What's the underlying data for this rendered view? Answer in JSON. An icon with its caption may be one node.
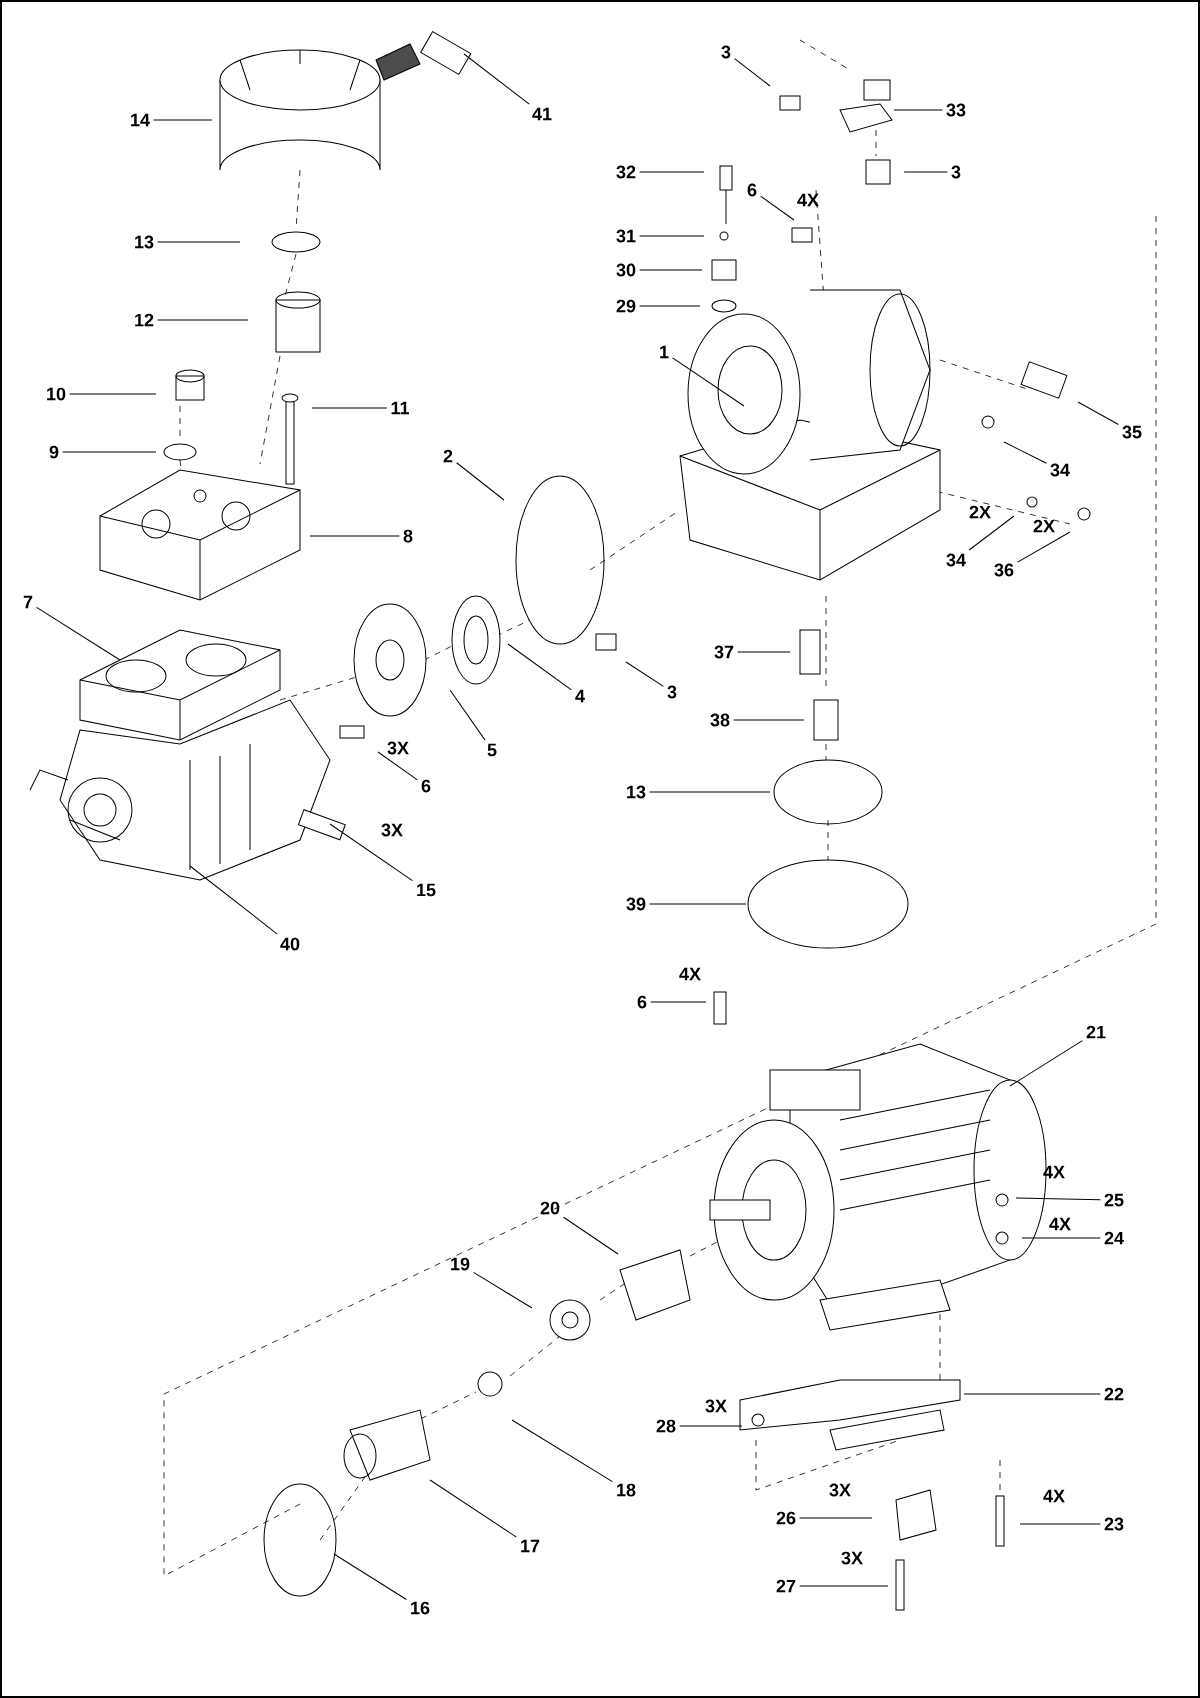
{
  "diagram": {
    "nodes": [
      {
        "text": [
          "14"
        ]
      },
      {
        "text": [
          "41"
        ]
      },
      {
        "text": [
          "13"
        ]
      },
      {
        "text": [
          "12"
        ]
      },
      {
        "text": [
          "10"
        ]
      },
      {
        "text": [
          "9"
        ]
      },
      {
        "text": [
          "11"
        ]
      },
      {
        "text": [
          "8"
        ]
      },
      {
        "text": [
          "2"
        ]
      },
      {
        "text": [
          "7"
        ]
      },
      {
        "text": [
          "4"
        ]
      },
      {
        "text": [
          "5"
        ]
      },
      {
        "text": [
          "6"
        ],
        "beside": [
          "3X"
        ]
      },
      {
        "text": [
          "15"
        ],
        "beside": [
          "3X"
        ]
      },
      {
        "text": [
          "40"
        ]
      },
      {
        "text": [
          "3"
        ]
      },
      {
        "text": [
          "33"
        ]
      },
      {
        "text": [
          "3"
        ]
      },
      {
        "text": [
          "32"
        ]
      },
      {
        "text": [
          "6"
        ],
        "beside": [
          "4X"
        ]
      },
      {
        "text": [
          "31"
        ]
      },
      {
        "text": [
          "30"
        ]
      },
      {
        "text": [
          "29"
        ]
      },
      {
        "text": [
          "1"
        ]
      },
      {
        "text": [
          "35"
        ]
      },
      {
        "text": [
          "34"
        ]
      },
      {
        "text": [
          "34"
        ],
        "beside": [
          "2X"
        ]
      },
      {
        "text": [
          "36"
        ],
        "beside": [
          "2X"
        ]
      },
      {
        "text": [
          "37"
        ]
      },
      {
        "text": [
          "3"
        ]
      },
      {
        "text": [
          "38"
        ]
      },
      {
        "text": [
          "13"
        ]
      },
      {
        "text": [
          "39"
        ]
      },
      {
        "text": [
          "6"
        ],
        "beside": [
          "4X"
        ]
      },
      {
        "text": [
          "21"
        ]
      },
      {
        "text": [
          "25"
        ],
        "beside": [
          "4X"
        ]
      },
      {
        "text": [
          "24"
        ],
        "beside": [
          "4X"
        ]
      },
      {
        "text": [
          "20"
        ]
      },
      {
        "text": [
          "19"
        ]
      },
      {
        "text": [
          "22"
        ]
      },
      {
        "text": [
          "28"
        ],
        "beside": [
          "3X"
        ]
      },
      {
        "text": [
          "26"
        ],
        "beside": [
          "3X"
        ]
      },
      {
        "text": [
          "23"
        ],
        "beside": [
          "4X"
        ]
      },
      {
        "text": [
          "18"
        ]
      },
      {
        "text": [
          "17"
        ]
      },
      {
        "text": [
          "27"
        ],
        "beside": [
          "3X"
        ]
      },
      {
        "text": [
          "16"
        ]
      }
    ],
    "edges": [
      {
        "from": 0,
        "to": null,
        "arrow": "none"
      },
      {
        "from": 1,
        "to": null,
        "arrow": "none"
      },
      {
        "from": 2,
        "to": null,
        "arrow": "none"
      },
      {
        "from": 3,
        "to": null,
        "arrow": "none"
      },
      {
        "from": 4,
        "to": null,
        "arrow": "none"
      },
      {
        "from": 5,
        "to": null,
        "arrow": "none"
      },
      {
        "from": 6,
        "to": null,
        "arrow": "none"
      },
      {
        "from": 7,
        "to": null,
        "arrow": "none"
      },
      {
        "from": 8,
        "to": null,
        "arrow": "none"
      },
      {
        "from": 9,
        "to": null,
        "arrow": "none"
      },
      {
        "from": 10,
        "to": null,
        "arrow": "none"
      },
      {
        "from": 11,
        "to": null,
        "arrow": "none"
      },
      {
        "from": 12,
        "to": null,
        "arrow": "none"
      },
      {
        "from": 13,
        "to": null,
        "arrow": "none"
      },
      {
        "from": 14,
        "to": null,
        "arrow": "none"
      },
      {
        "from": 15,
        "to": null,
        "arrow": "none"
      },
      {
        "from": 16,
        "to": null,
        "arrow": "none"
      },
      {
        "from": 17,
        "to": null,
        "arrow": "none"
      },
      {
        "from": 18,
        "to": null,
        "arrow": "none"
      },
      {
        "from": 19,
        "to": null,
        "arrow": "none"
      },
      {
        "from": 20,
        "to": null,
        "arrow": "none"
      },
      {
        "from": 21,
        "to": null,
        "arrow": "none"
      },
      {
        "from": 22,
        "to": null,
        "arrow": "none"
      },
      {
        "from": 23,
        "to": null,
        "arrow": "none"
      },
      {
        "from": 24,
        "to": null,
        "arrow": "none"
      },
      {
        "from": 25,
        "to": null,
        "arrow": "none"
      },
      {
        "from": 26,
        "to": null,
        "arrow": "none"
      },
      {
        "from": 27,
        "to": null,
        "arrow": "none"
      },
      {
        "from": 28,
        "to": null,
        "arrow": "none"
      },
      {
        "from": 29,
        "to": null,
        "arrow": "none"
      },
      {
        "from": 30,
        "to": null,
        "arrow": "none"
      },
      {
        "from": 31,
        "to": null,
        "arrow": "none"
      },
      {
        "from": 32,
        "to": null,
        "arrow": "none"
      },
      {
        "from": 33,
        "to": null,
        "arrow": "none"
      },
      {
        "from": 34,
        "to": null,
        "arrow": "none"
      },
      {
        "from": 35,
        "to": null,
        "arrow": "none"
      },
      {
        "from": 36,
        "to": null,
        "arrow": "none"
      },
      {
        "from": 37,
        "to": null,
        "arrow": "none"
      },
      {
        "from": 38,
        "to": null,
        "arrow": "none"
      },
      {
        "from": 39,
        "to": null,
        "arrow": "none"
      },
      {
        "from": 40,
        "to": null,
        "arrow": "none"
      },
      {
        "from": 41,
        "to": null,
        "arrow": "none"
      },
      {
        "from": 42,
        "to": null,
        "arrow": "none"
      },
      {
        "from": 43,
        "to": null,
        "arrow": "none"
      },
      {
        "from": 44,
        "to": null,
        "arrow": "none"
      },
      {
        "from": 45,
        "to": null,
        "arrow": "none"
      },
      {
        "from": 46,
        "to": null,
        "arrow": "none"
      }
    ]
  }
}
